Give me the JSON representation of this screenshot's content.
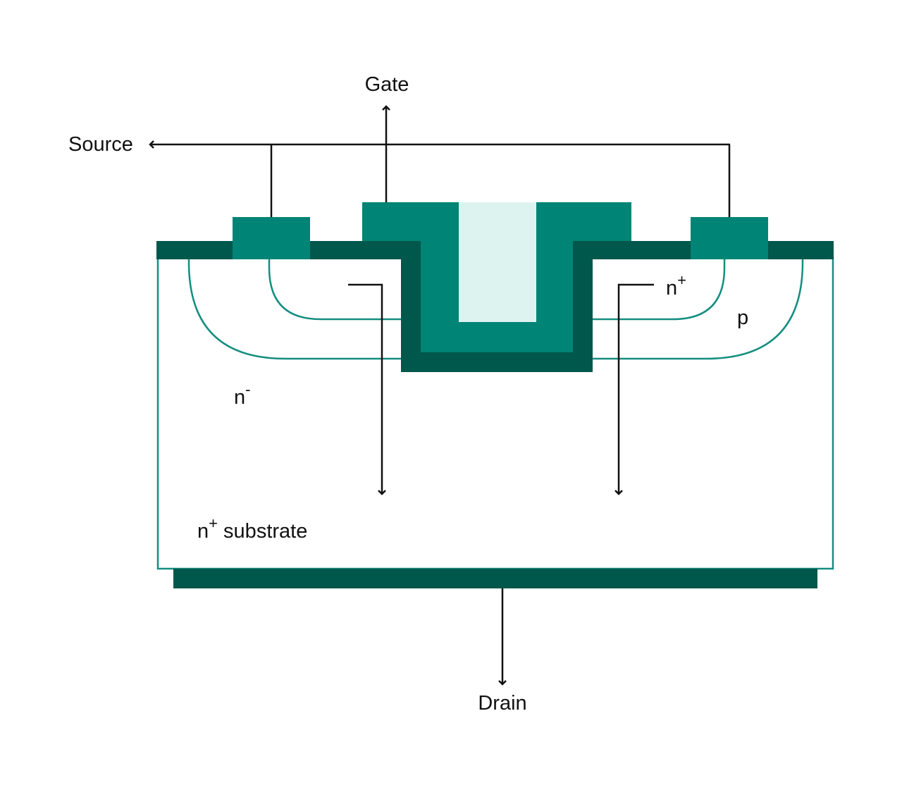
{
  "labels": {
    "gate": "Gate",
    "source": "Source",
    "drain": "Drain",
    "n_plus_base": "n",
    "n_plus_sup": "+",
    "p": "p",
    "n_minus_base": "n",
    "n_minus_sup": "-",
    "substrate_base": "n",
    "substrate_sup": "+",
    "substrate_text": " substrate"
  },
  "colors": {
    "dark_green": "#00574B",
    "mid_green": "#008475",
    "light_teal": "#DDF3F0",
    "outline_teal": "#148E80",
    "wire": "#111111"
  }
}
